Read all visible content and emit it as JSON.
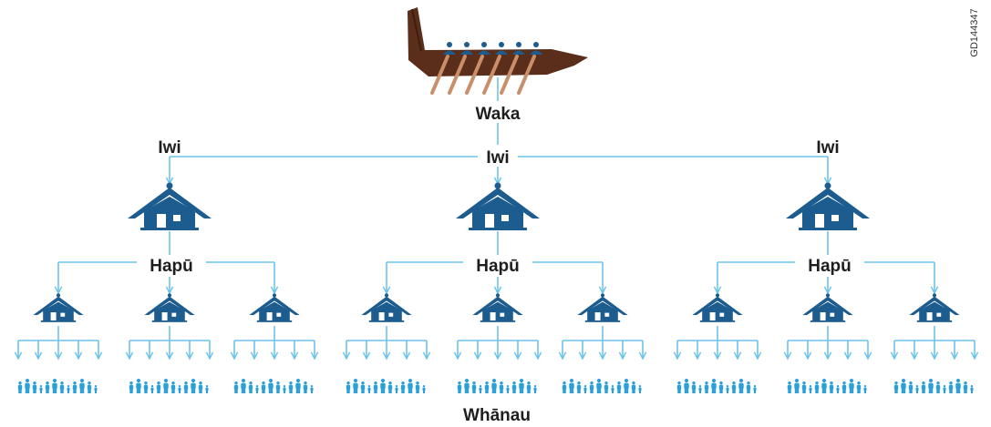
{
  "labels": {
    "waka": "Waka",
    "iwi_left": "Iwi",
    "iwi_center": "Iwi",
    "iwi_right": "Iwi",
    "hapu_left": "Hapū",
    "hapu_center": "Hapū",
    "hapu_right": "Hapū",
    "whanau": "Whānau",
    "figure_id": "GD144347"
  },
  "colors": {
    "line": "#6cc3ea",
    "house": "#1c5c8f",
    "people": "#2a9fd8",
    "waka_hull": "#5a2e1a",
    "waka_paddle": "#c98f6a",
    "waka_crew": "#1c5c8f",
    "text": "#1e1e1e"
  },
  "icons": {
    "waka": "waka-canoe-icon",
    "iwi_house": "wharenui-house-icon",
    "hapu_house": "marae-house-icon",
    "whanau": "family-group-icon"
  }
}
